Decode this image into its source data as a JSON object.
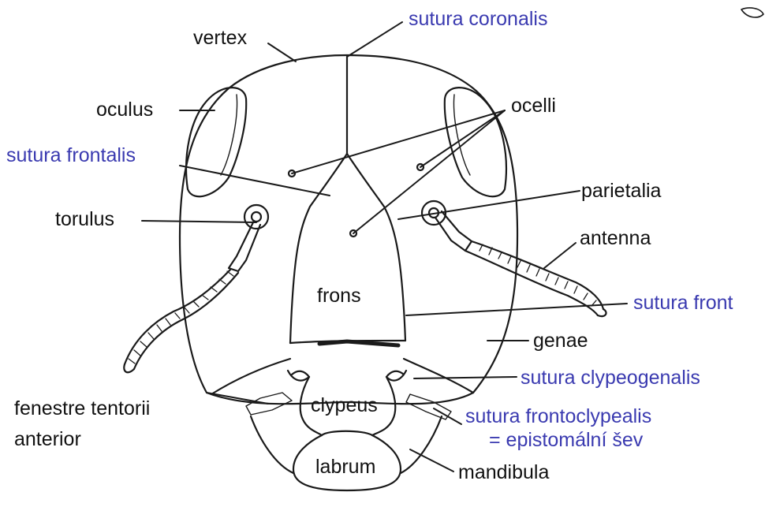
{
  "colors": {
    "black_label": "#111111",
    "blue_label": "#3a3ab0",
    "drawing": "#1a1a1a"
  },
  "labels": {
    "vertex": "vertex",
    "sutura_coronalis": "sutura coronalis",
    "oculus": "oculus",
    "ocelli": "ocelli",
    "sutura_frontalis": "sutura frontalis",
    "parietalia": "parietalia",
    "torulus": "torulus",
    "antenna": "antenna",
    "frons": "frons",
    "sutura_front_cut": "sutura front",
    "genae": "genae",
    "sutura_clypeogenalis": "sutura clypeogenalis",
    "fenestre": "fenestre tentorii",
    "anterior": "anterior",
    "clypeus": "clypeus",
    "sutura_frontoclypealis": "sutura frontoclypealis",
    "epistomalni": "= epistomální šev",
    "labrum": "labrum",
    "mandibula": "mandibula"
  }
}
